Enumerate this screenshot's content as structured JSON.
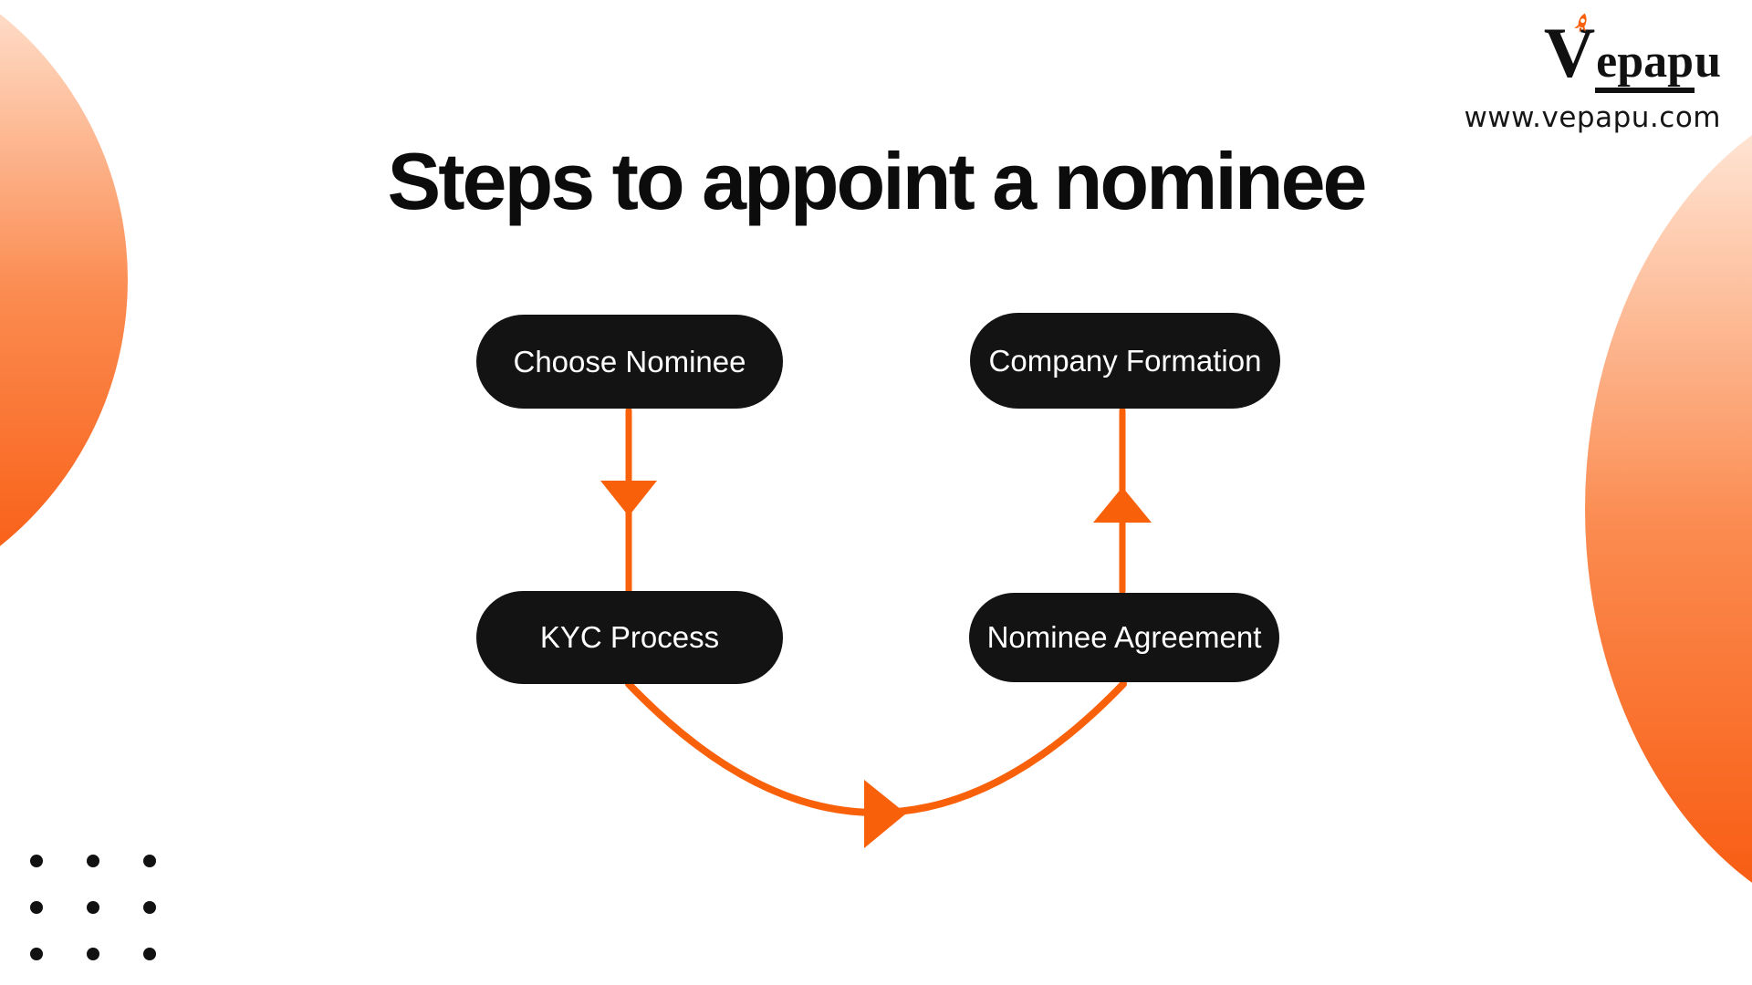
{
  "title": "Steps to appoint a nominee",
  "brand": {
    "logo": {
      "initial": "V",
      "underlined": "epap",
      "tail": "u",
      "rocket_icon": "rocket-icon"
    },
    "website": "www.vepapu.com"
  },
  "flowchart": {
    "nodes": [
      {
        "id": "choose-nominee",
        "label": "Choose Nominee"
      },
      {
        "id": "kyc-process",
        "label": "KYC Process"
      },
      {
        "id": "nominee-agreement",
        "label": "Nominee Agreement"
      },
      {
        "id": "company-formation",
        "label": "Company Formation"
      }
    ],
    "connections": [
      {
        "from": "choose-nominee",
        "to": "kyc-process",
        "direction": "down"
      },
      {
        "from": "kyc-process",
        "to": "nominee-agreement",
        "direction": "curved-right"
      },
      {
        "from": "nominee-agreement",
        "to": "company-formation",
        "direction": "up"
      }
    ]
  },
  "decorations": {
    "dots_grid": {
      "rows": 3,
      "cols": 3
    }
  },
  "colors": {
    "accent_orange": "#F8600A",
    "node_black": "#131313",
    "title_black": "#0C0C0C",
    "logo_black": "#111111",
    "dot_black": "#111111",
    "blob_gradient_light": "#FFF1E6",
    "blob_gradient_mid": "#FB8B50",
    "blob_gradient_dark": "#F8560A"
  }
}
